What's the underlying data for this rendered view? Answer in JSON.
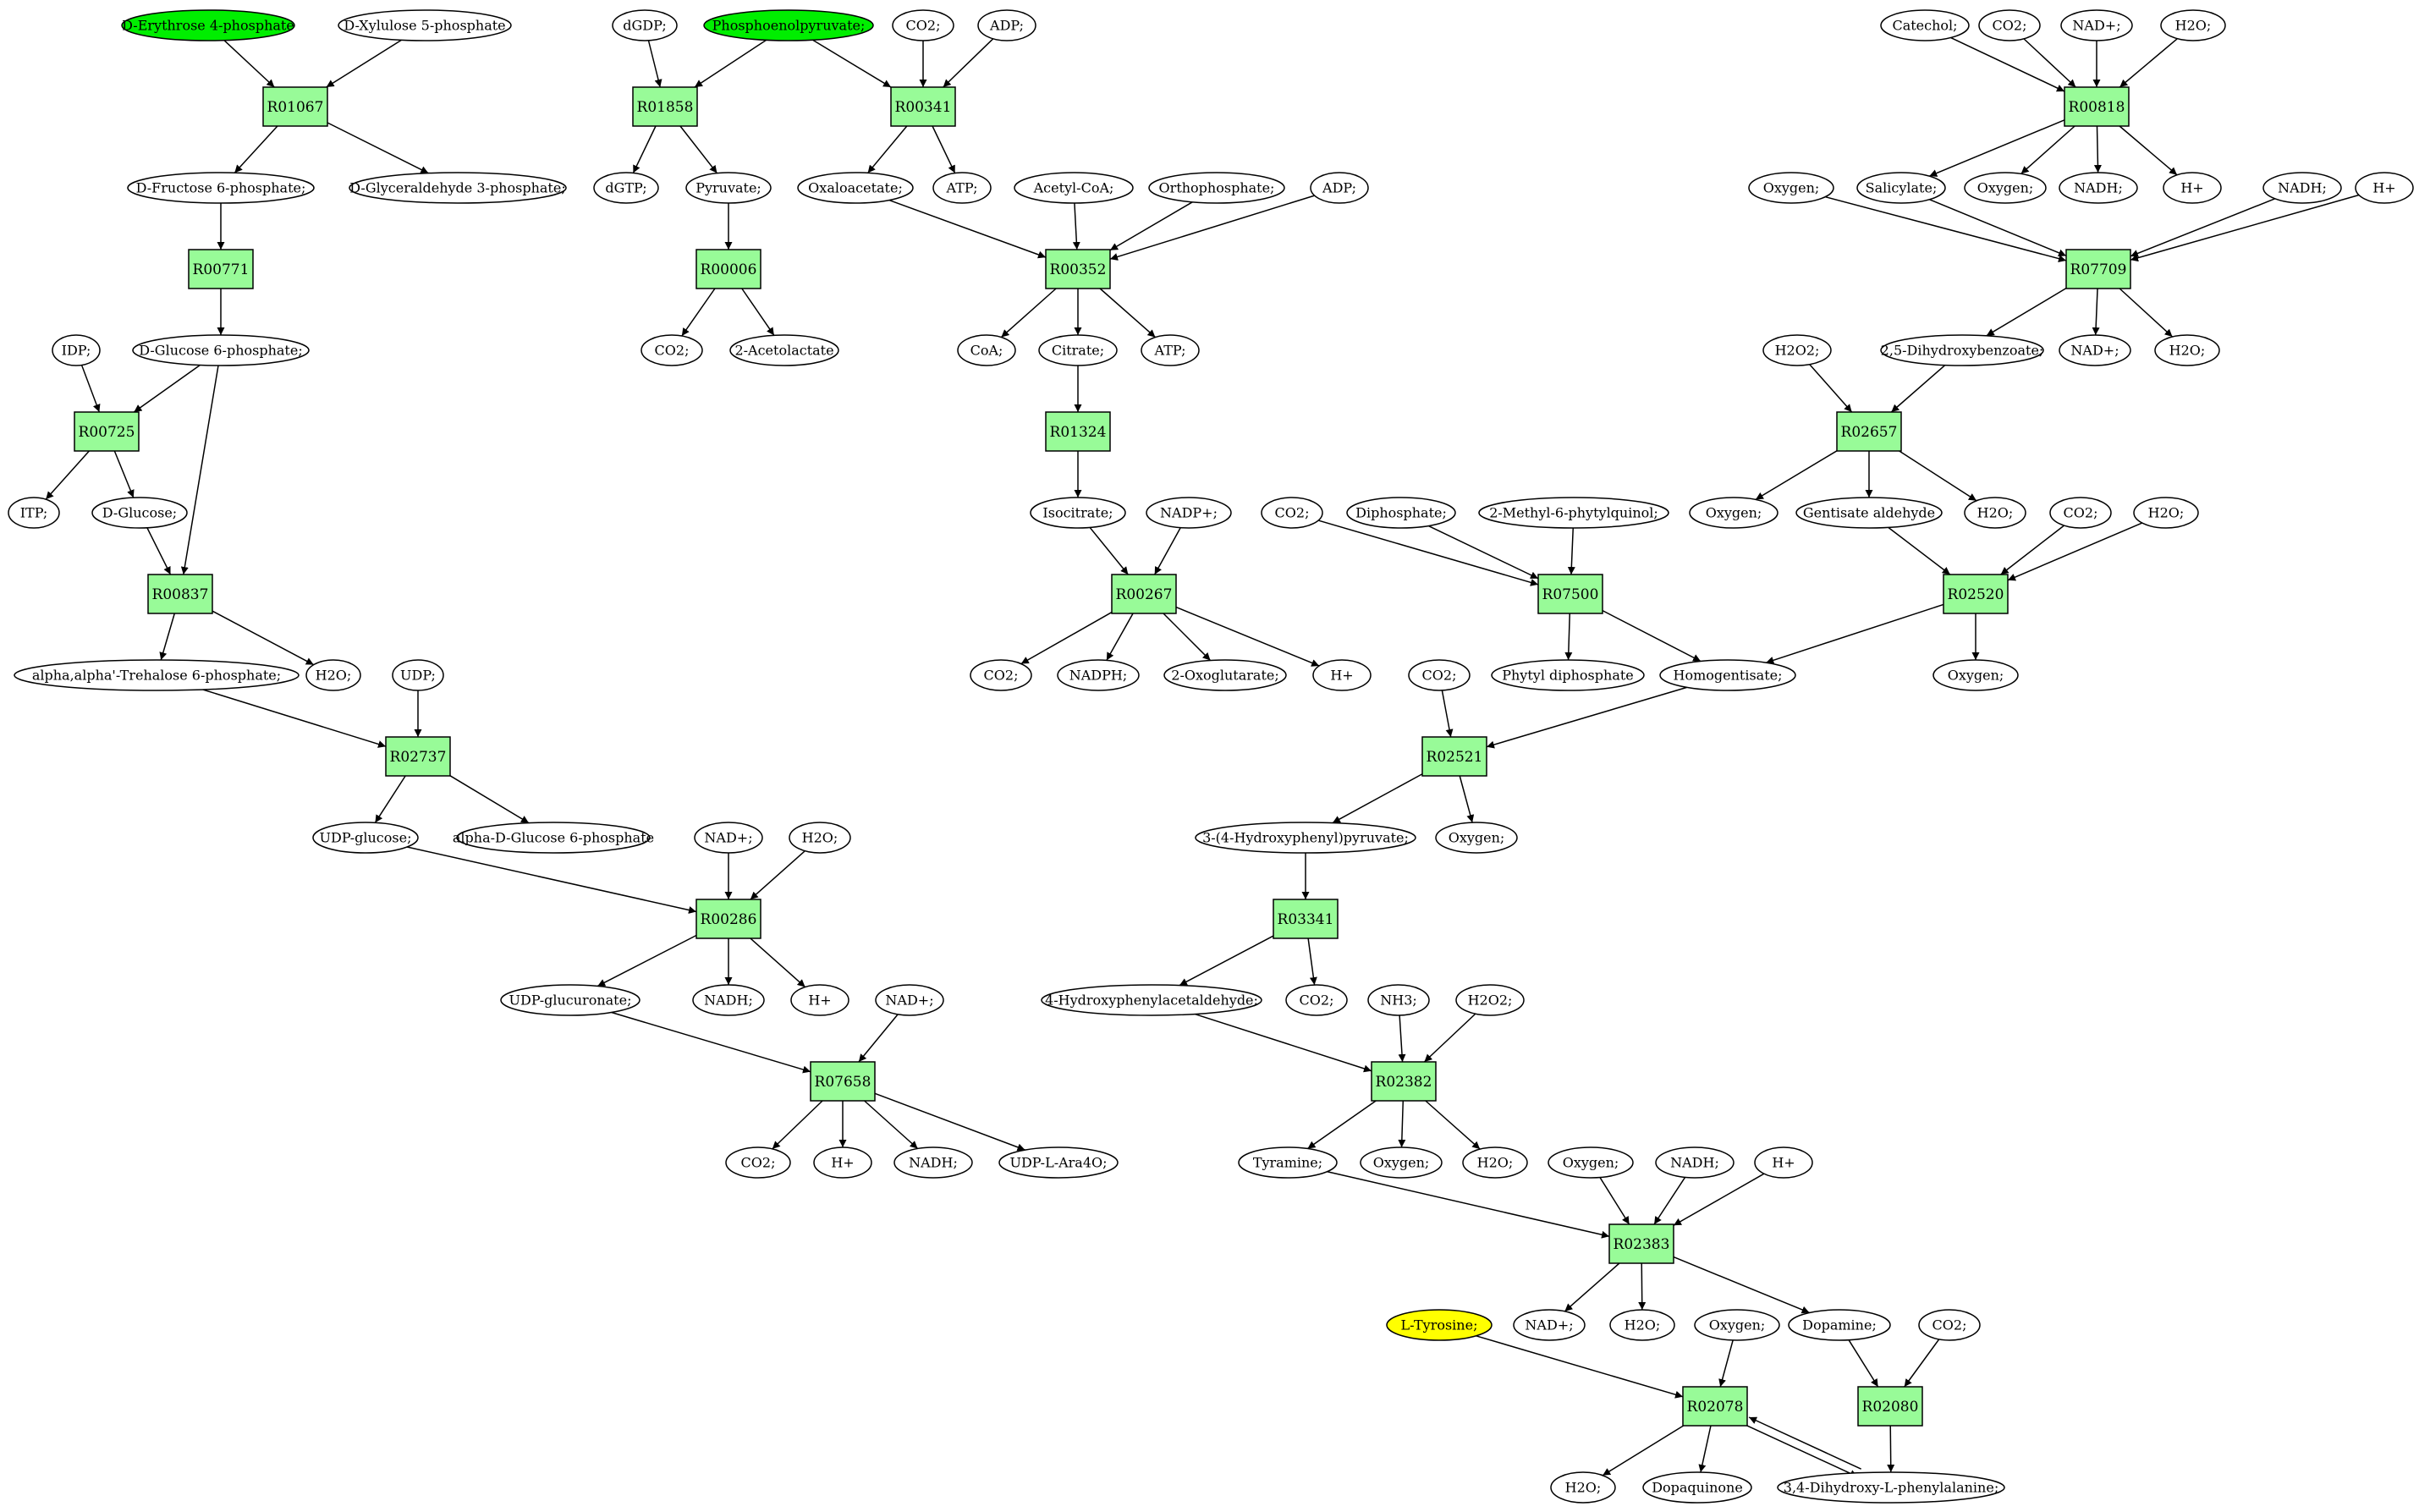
{
  "compounds": [
    {
      "id": "c1",
      "label": "D-Erythrose 4-phosphate",
      "color": "#00ee00"
    },
    {
      "id": "c2",
      "label": "D-Xylulose 5-phosphate"
    },
    {
      "id": "c3",
      "label": "D-Fructose 6-phosphate;"
    },
    {
      "id": "c4",
      "label": "D-Glyceraldehyde 3-phosphate;"
    },
    {
      "id": "c5",
      "label": "D-Glucose 6-phosphate;"
    },
    {
      "id": "c6",
      "label": "IDP;"
    },
    {
      "id": "c7",
      "label": "ITP;"
    },
    {
      "id": "c8",
      "label": "D-Glucose;"
    },
    {
      "id": "c9",
      "label": "alpha,alpha'-Trehalose 6-phosphate;"
    },
    {
      "id": "c10",
      "label": "H2O;"
    },
    {
      "id": "c11",
      "label": "UDP;"
    },
    {
      "id": "c12",
      "label": "UDP-glucose;"
    },
    {
      "id": "c13",
      "label": "alpha-D-Glucose 6-phosphate"
    },
    {
      "id": "c14",
      "label": "NAD+;"
    },
    {
      "id": "c15",
      "label": "H2O;"
    },
    {
      "id": "c16",
      "label": "UDP-glucuronate;"
    },
    {
      "id": "c17",
      "label": "NADH;"
    },
    {
      "id": "c18",
      "label": "H+"
    },
    {
      "id": "c19",
      "label": "NAD+;"
    },
    {
      "id": "c20",
      "label": "CO2;"
    },
    {
      "id": "c21",
      "label": "H+"
    },
    {
      "id": "c22",
      "label": "NADH;"
    },
    {
      "id": "c23",
      "label": "UDP-L-Ara4O;"
    },
    {
      "id": "c24",
      "label": "dGDP;"
    },
    {
      "id": "c25",
      "label": "Phosphoenolpyruvate;",
      "color": "#00ee00"
    },
    {
      "id": "c26",
      "label": "CO2;"
    },
    {
      "id": "c27",
      "label": "ADP;"
    },
    {
      "id": "c28",
      "label": "dGTP;"
    },
    {
      "id": "c29",
      "label": "Pyruvate;"
    },
    {
      "id": "c30",
      "label": "Oxaloacetate;"
    },
    {
      "id": "c31",
      "label": "ATP;"
    },
    {
      "id": "c32",
      "label": "CO2;"
    },
    {
      "id": "c33",
      "label": "2-Acetolactate"
    },
    {
      "id": "c34",
      "label": "Acetyl-CoA;"
    },
    {
      "id": "c35",
      "label": "Orthophosphate;"
    },
    {
      "id": "c36",
      "label": "ADP;"
    },
    {
      "id": "c37",
      "label": "CoA;"
    },
    {
      "id": "c38",
      "label": "Citrate;"
    },
    {
      "id": "c39",
      "label": "ATP;"
    },
    {
      "id": "c40",
      "label": "Isocitrate;"
    },
    {
      "id": "c41",
      "label": "NADP+;"
    },
    {
      "id": "c42",
      "label": "CO2;"
    },
    {
      "id": "c43",
      "label": "NADPH;"
    },
    {
      "id": "c44",
      "label": "2-Oxoglutarate;"
    },
    {
      "id": "c45",
      "label": "H+"
    },
    {
      "id": "c46",
      "label": "Catechol;"
    },
    {
      "id": "c47",
      "label": "CO2;"
    },
    {
      "id": "c48",
      "label": "NAD+;"
    },
    {
      "id": "c49",
      "label": "H2O;"
    },
    {
      "id": "c50",
      "label": "Oxygen;"
    },
    {
      "id": "c51",
      "label": "Salicylate;"
    },
    {
      "id": "c52",
      "label": "Oxygen;"
    },
    {
      "id": "c53",
      "label": "NADH;"
    },
    {
      "id": "c54",
      "label": "H+"
    },
    {
      "id": "c55",
      "label": "NADH;"
    },
    {
      "id": "c56",
      "label": "H+"
    },
    {
      "id": "c57",
      "label": "H2O2;"
    },
    {
      "id": "c58",
      "label": "2,5-Dihydroxybenzoate;"
    },
    {
      "id": "c59",
      "label": "NAD+;"
    },
    {
      "id": "c60",
      "label": "H2O;"
    },
    {
      "id": "c61",
      "label": "Oxygen;"
    },
    {
      "id": "c62",
      "label": "Gentisate aldehyde"
    },
    {
      "id": "c63",
      "label": "H2O;"
    },
    {
      "id": "c64",
      "label": "CO2;"
    },
    {
      "id": "c65",
      "label": "H2O;"
    },
    {
      "id": "c66",
      "label": "CO2;"
    },
    {
      "id": "c67",
      "label": "Diphosphate;"
    },
    {
      "id": "c68",
      "label": "2-Methyl-6-phytylquinol;"
    },
    {
      "id": "c69",
      "label": "Phytyl diphosphate"
    },
    {
      "id": "c70",
      "label": "Homogentisate;"
    },
    {
      "id": "c71",
      "label": "Oxygen;"
    },
    {
      "id": "c72",
      "label": "CO2;"
    },
    {
      "id": "c73",
      "label": "3-(4-Hydroxyphenyl)pyruvate;"
    },
    {
      "id": "c74",
      "label": "Oxygen;"
    },
    {
      "id": "c75",
      "label": "4-Hydroxyphenylacetaldehyde;"
    },
    {
      "id": "c76",
      "label": "CO2;"
    },
    {
      "id": "c77",
      "label": "NH3;"
    },
    {
      "id": "c78",
      "label": "H2O2;"
    },
    {
      "id": "c79",
      "label": "Tyramine;"
    },
    {
      "id": "c80",
      "label": "Oxygen;"
    },
    {
      "id": "c81",
      "label": "H2O;"
    },
    {
      "id": "c82",
      "label": "Oxygen;"
    },
    {
      "id": "c83",
      "label": "NADH;"
    },
    {
      "id": "c84",
      "label": "H+"
    },
    {
      "id": "c85",
      "label": "L-Tyrosine;",
      "color": "#ffff00"
    },
    {
      "id": "c86",
      "label": "NAD+;"
    },
    {
      "id": "c87",
      "label": "H2O;"
    },
    {
      "id": "c88",
      "label": "Oxygen;"
    },
    {
      "id": "c89",
      "label": "Dopamine;"
    },
    {
      "id": "c90",
      "label": "CO2;"
    },
    {
      "id": "c91",
      "label": "H2O;"
    },
    {
      "id": "c92",
      "label": "Dopaquinone"
    },
    {
      "id": "c93",
      "label": "3,4-Dihydroxy-L-phenylalanine;"
    }
  ],
  "reactions": [
    {
      "id": "r01067",
      "label": "R01067"
    },
    {
      "id": "r00771",
      "label": "R00771"
    },
    {
      "id": "r00725",
      "label": "R00725"
    },
    {
      "id": "r00837",
      "label": "R00837"
    },
    {
      "id": "r02737",
      "label": "R02737"
    },
    {
      "id": "r00286",
      "label": "R00286"
    },
    {
      "id": "r07658",
      "label": "R07658"
    },
    {
      "id": "r01858",
      "label": "R01858"
    },
    {
      "id": "r00341",
      "label": "R00341"
    },
    {
      "id": "r00006",
      "label": "R00006"
    },
    {
      "id": "r00352",
      "label": "R00352"
    },
    {
      "id": "r01324",
      "label": "R01324"
    },
    {
      "id": "r00267",
      "label": "R00267"
    },
    {
      "id": "r00818",
      "label": "R00818"
    },
    {
      "id": "r07709",
      "label": "R07709"
    },
    {
      "id": "r02657",
      "label": "R02657"
    },
    {
      "id": "r02520",
      "label": "R02520"
    },
    {
      "id": "r07500",
      "label": "R07500"
    },
    {
      "id": "r02521",
      "label": "R02521"
    },
    {
      "id": "r03341",
      "label": "R03341"
    },
    {
      "id": "r02382",
      "label": "R02382"
    },
    {
      "id": "r02383",
      "label": "R02383"
    },
    {
      "id": "r02078",
      "label": "R02078"
    },
    {
      "id": "r02080",
      "label": "R02080"
    }
  ],
  "edges": [
    [
      "c1",
      "r01067"
    ],
    [
      "c2",
      "r01067"
    ],
    [
      "r01067",
      "c3"
    ],
    [
      "r01067",
      "c4"
    ],
    [
      "c3",
      "r00771"
    ],
    [
      "r00771",
      "c5"
    ],
    [
      "c6",
      "r00725"
    ],
    [
      "c5",
      "r00725"
    ],
    [
      "r00725",
      "c7"
    ],
    [
      "r00725",
      "c8"
    ],
    [
      "c8",
      "r00837"
    ],
    [
      "c5",
      "r00837"
    ],
    [
      "r00837",
      "c9"
    ],
    [
      "r00837",
      "c10"
    ],
    [
      "c9",
      "r02737"
    ],
    [
      "c11",
      "r02737"
    ],
    [
      "r02737",
      "c12"
    ],
    [
      "r02737",
      "c13"
    ],
    [
      "c12",
      "r00286"
    ],
    [
      "c14",
      "r00286"
    ],
    [
      "c15",
      "r00286"
    ],
    [
      "r00286",
      "c16"
    ],
    [
      "r00286",
      "c17"
    ],
    [
      "r00286",
      "c18"
    ],
    [
      "c16",
      "r07658"
    ],
    [
      "c19",
      "r07658"
    ],
    [
      "r07658",
      "c20"
    ],
    [
      "r07658",
      "c21"
    ],
    [
      "r07658",
      "c22"
    ],
    [
      "r07658",
      "c23"
    ],
    [
      "c24",
      "r01858"
    ],
    [
      "c25",
      "r01858"
    ],
    [
      "r01858",
      "c28"
    ],
    [
      "r01858",
      "c29"
    ],
    [
      "c25",
      "r00341"
    ],
    [
      "c26",
      "r00341"
    ],
    [
      "c27",
      "r00341"
    ],
    [
      "r00341",
      "c30"
    ],
    [
      "r00341",
      "c31"
    ],
    [
      "c29",
      "r00006"
    ],
    [
      "r00006",
      "c32"
    ],
    [
      "r00006",
      "c33"
    ],
    [
      "c30",
      "r00352"
    ],
    [
      "c34",
      "r00352"
    ],
    [
      "c35",
      "r00352"
    ],
    [
      "c36",
      "r00352"
    ],
    [
      "r00352",
      "c37"
    ],
    [
      "r00352",
      "c38"
    ],
    [
      "r00352",
      "c39"
    ],
    [
      "c38",
      "r01324"
    ],
    [
      "r01324",
      "c40"
    ],
    [
      "c40",
      "r00267"
    ],
    [
      "c41",
      "r00267"
    ],
    [
      "r00267",
      "c42"
    ],
    [
      "r00267",
      "c43"
    ],
    [
      "r00267",
      "c44"
    ],
    [
      "r00267",
      "c45"
    ],
    [
      "c46",
      "r00818"
    ],
    [
      "c47",
      "r00818"
    ],
    [
      "c48",
      "r00818"
    ],
    [
      "c49",
      "r00818"
    ],
    [
      "r00818",
      "c51"
    ],
    [
      "r00818",
      "c52"
    ],
    [
      "r00818",
      "c53"
    ],
    [
      "r00818",
      "c54"
    ],
    [
      "c50",
      "r07709"
    ],
    [
      "c51",
      "r07709"
    ],
    [
      "c55",
      "r07709"
    ],
    [
      "c56",
      "r07709"
    ],
    [
      "r07709",
      "c58"
    ],
    [
      "r07709",
      "c59"
    ],
    [
      "r07709",
      "c60"
    ],
    [
      "c57",
      "r02657"
    ],
    [
      "c58",
      "r02657"
    ],
    [
      "r02657",
      "c61"
    ],
    [
      "r02657",
      "c62"
    ],
    [
      "r02657",
      "c63"
    ],
    [
      "c62",
      "r02520"
    ],
    [
      "c64",
      "r02520"
    ],
    [
      "c65",
      "r02520"
    ],
    [
      "r02520",
      "c70"
    ],
    [
      "r02520",
      "c71"
    ],
    [
      "c66",
      "r07500"
    ],
    [
      "c67",
      "r07500"
    ],
    [
      "c68",
      "r07500"
    ],
    [
      "r07500",
      "c69"
    ],
    [
      "r07500",
      "c70"
    ],
    [
      "c70",
      "r02521"
    ],
    [
      "c72",
      "r02521"
    ],
    [
      "r02521",
      "c73"
    ],
    [
      "r02521",
      "c74"
    ],
    [
      "c73",
      "r03341"
    ],
    [
      "r03341",
      "c75"
    ],
    [
      "r03341",
      "c76"
    ],
    [
      "c75",
      "r02382"
    ],
    [
      "c77",
      "r02382"
    ],
    [
      "c78",
      "r02382"
    ],
    [
      "r02382",
      "c79"
    ],
    [
      "r02382",
      "c80"
    ],
    [
      "r02382",
      "c81"
    ],
    [
      "c79",
      "r02383"
    ],
    [
      "c82",
      "r02383"
    ],
    [
      "c83",
      "r02383"
    ],
    [
      "c84",
      "r02383"
    ],
    [
      "r02383",
      "c86"
    ],
    [
      "r02383",
      "c87"
    ],
    [
      "r02383",
      "c89"
    ],
    [
      "c85",
      "r02078"
    ],
    [
      "c88",
      "r02078"
    ],
    [
      "c93",
      "r02078"
    ],
    [
      "r02078",
      "c91"
    ],
    [
      "r02078",
      "c92"
    ],
    [
      "r02078",
      "c93"
    ],
    [
      "c89",
      "r02080"
    ],
    [
      "c90",
      "r02080"
    ],
    [
      "r02080",
      "c93"
    ]
  ]
}
